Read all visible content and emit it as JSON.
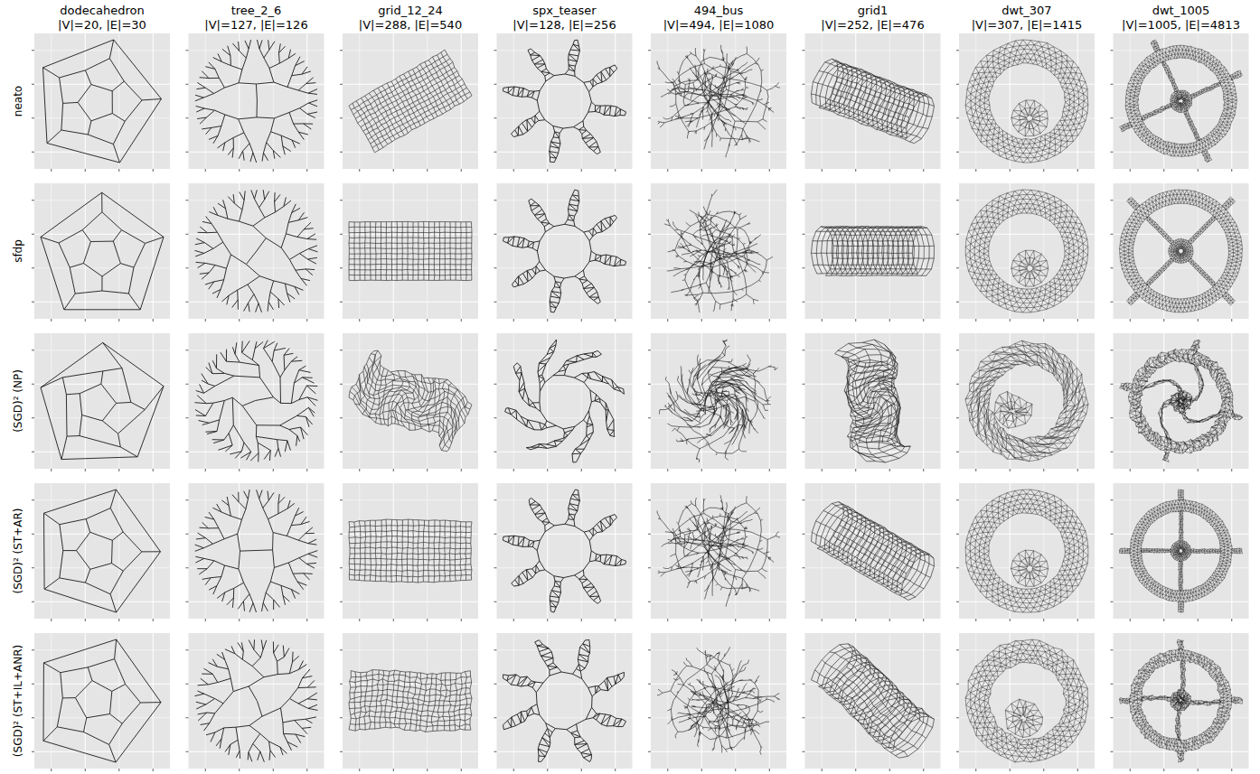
{
  "diagram": {
    "labels": [
      "dodecahedron",
      "|V|=20, |E|=30",
      "tree_2_6",
      "|V|=127, |E|=126",
      "grid_12_24",
      "|V|=288, |E|=540",
      "spx_teaser",
      "|V|=128, |E|=256",
      "494_bus",
      "|V|=494, |E|=1080",
      "grid1",
      "|V|=252, |E|=476",
      "dwt_307",
      "|V|=307, |E|=1415",
      "dwt_1005",
      "|V|=1005, |E|=4813",
      "neato",
      "sfdp",
      "(SGD)² (NP)",
      "(SGD)² (ST+AR)",
      "(SGD)² (ST+IL+ANR)"
    ]
  }
}
